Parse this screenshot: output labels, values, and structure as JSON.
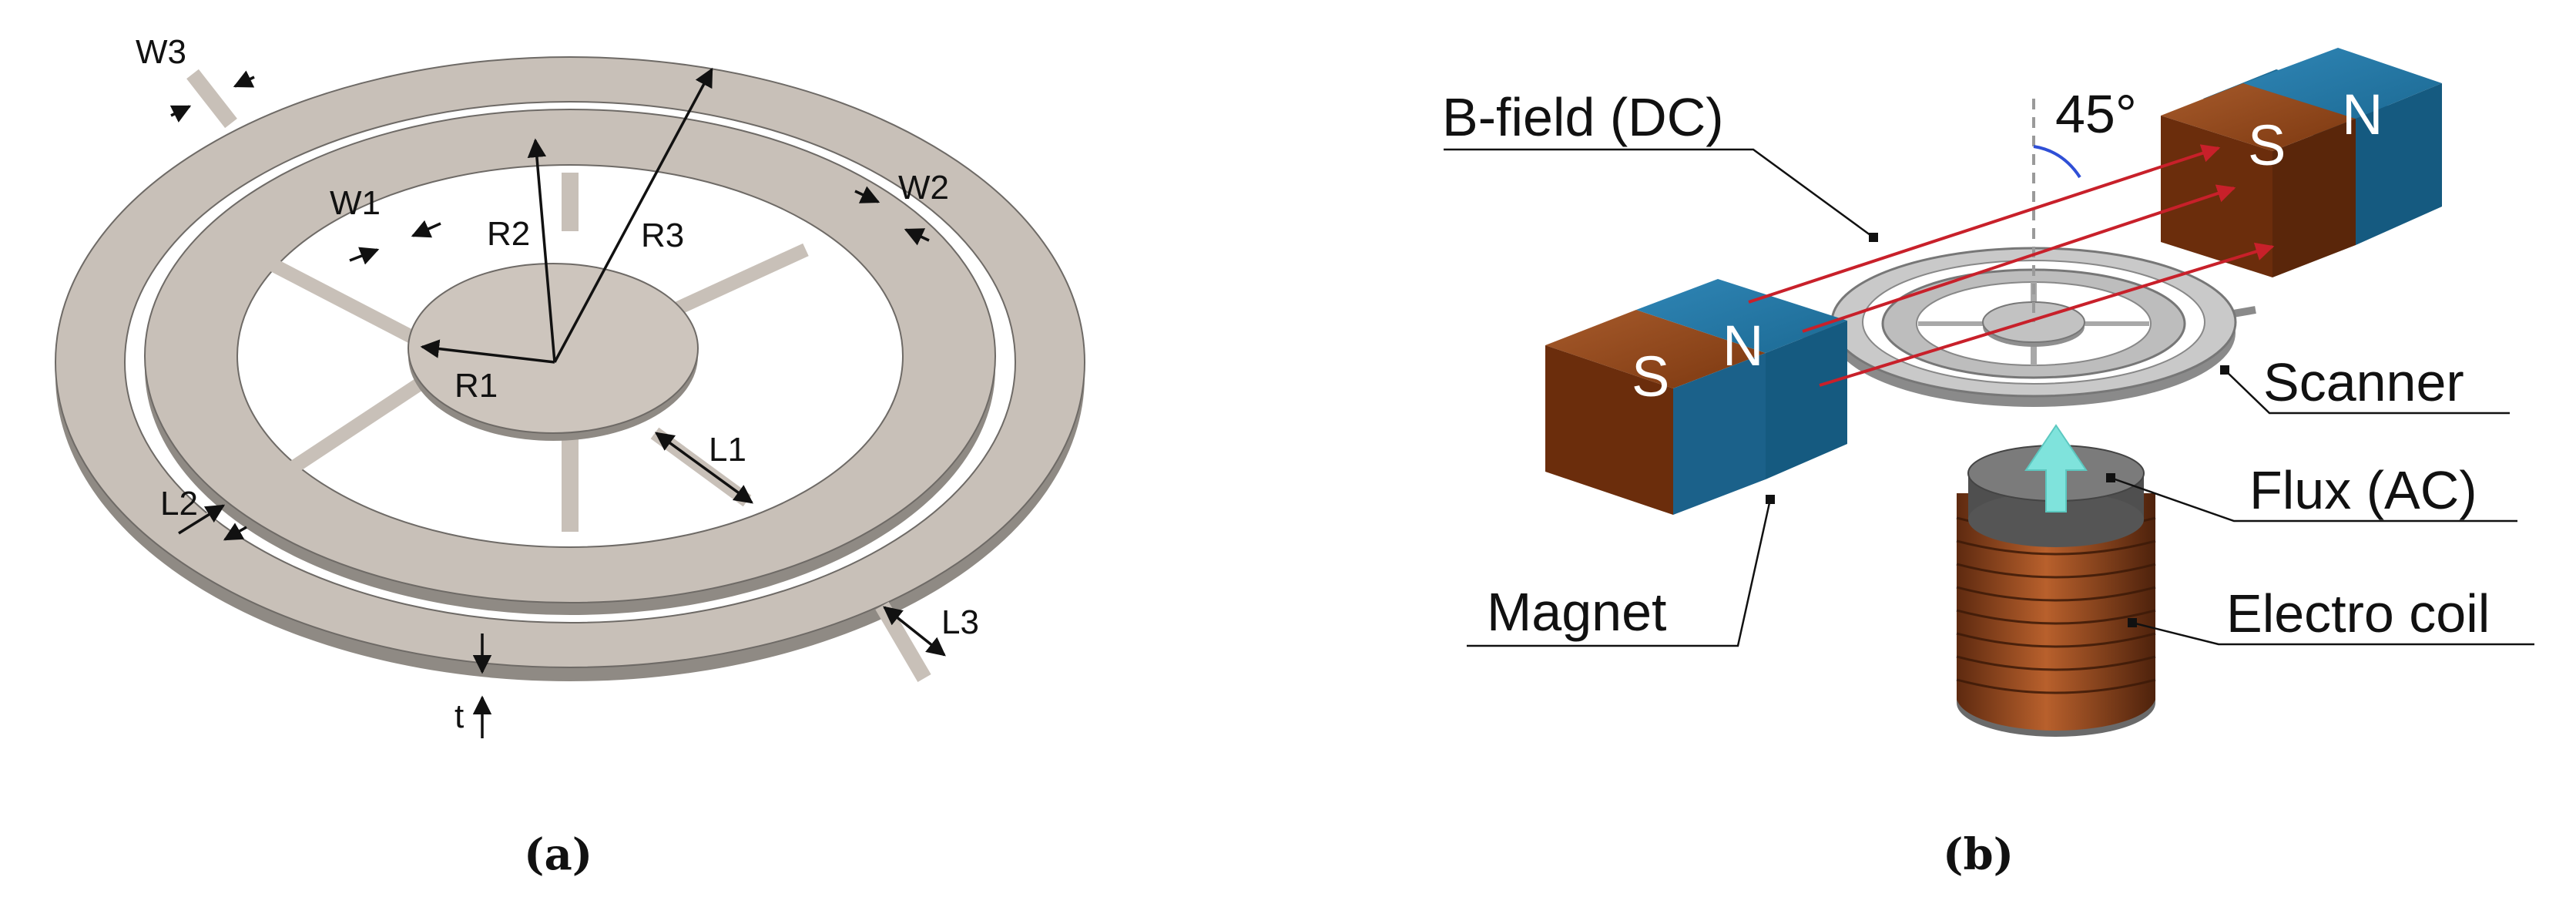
{
  "panel_a": {
    "caption": "(a)",
    "labels": {
      "w1": "W1",
      "w2": "W2",
      "w3": "W3",
      "r1": "R1",
      "r2": "R2",
      "r3": "R3",
      "l1": "L1",
      "l2": "L2",
      "l3": "L3",
      "t": "t"
    }
  },
  "panel_b": {
    "caption": "(b)",
    "angle_label": "45°",
    "callouts": {
      "bfield": "B-field (DC)",
      "scanner": "Scanner",
      "flux": "Flux (AC)",
      "magnet": "Magnet",
      "coil": "Electro coil"
    },
    "poles": {
      "south": "S",
      "north": "N"
    },
    "colors": {
      "south_pole": "#8a3f12",
      "north_pole": "#1f6f9a",
      "field_line": "#c8202a",
      "flux_arrow": "#7fe3dc",
      "scanner_metal": "#b9b9b9",
      "coil_copper": "#9a4a22",
      "core": "#6b6b6b"
    }
  }
}
